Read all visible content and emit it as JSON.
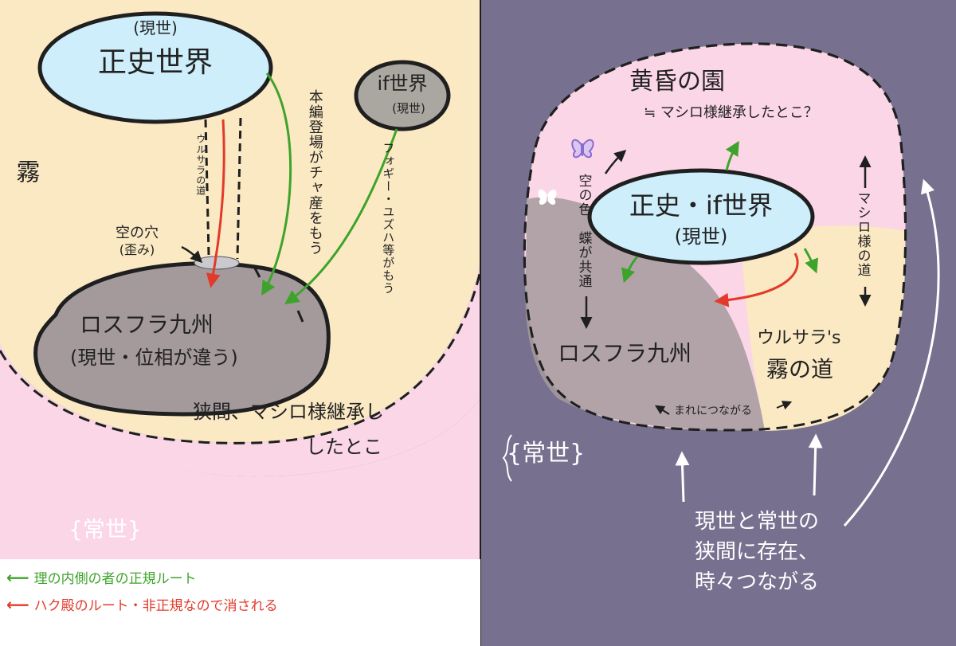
{
  "colors": {
    "background": "#77708f",
    "fog_left": "#fbe9c4",
    "pink_zone": "#fbd6e6",
    "sky_blue": "#cdeefa",
    "ground_gray": "#a49a9c",
    "if_gray": "#a9a7a0",
    "regular_route": "#3ea32a",
    "irregular_route": "#e23a2a",
    "outline": "#1f1f1f"
  },
  "left": {
    "fog_label": "霧",
    "seishi_sub": "(現世)",
    "seishi_title": "正史世界",
    "if_title": "if世界",
    "if_sub": "(現世)",
    "honpen_note": "本編登場がチャ産をもう",
    "fogiyu_note": "フォギー・ユズハ等がもう",
    "ursa_route": "ウルサラの道",
    "hole_label": "空の穴",
    "hole_sub": "(歪み)",
    "losfra_title": "ロスフラ九州",
    "losfra_sub": "(現世・位相が違う)",
    "hazama_line1": "狭間、マシロ様継承し",
    "hazama_line2": "したとこ",
    "tokoyo": "{常世}"
  },
  "legend": {
    "green_label": "理の内側の者の正規ルート",
    "red_label": "ハク殿のルート・非正規なので消される"
  },
  "right": {
    "garden_title": "黄昏の園",
    "garden_note": "≒ マシロ様継承したとこ？",
    "center_title": "正史・if世界",
    "center_sub": "(現世)",
    "sky_butterfly_note": "空の色、蝶が共通",
    "mashiro_road": "マシロ様の道",
    "losfra_title": "ロスフラ九州",
    "ursa_label": "ウルサラ's",
    "fog_road": "霧の道",
    "rarely_connect": "まれにつながる",
    "tokoyo": "{常世}",
    "bottom_line1": "現世と常世の",
    "bottom_line2": "狭間に存在、",
    "bottom_line3": "時々つながる"
  }
}
